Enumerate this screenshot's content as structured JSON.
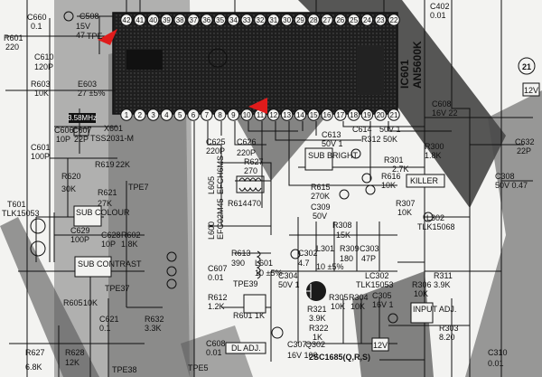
{
  "ic": {
    "name": "IC601",
    "part": "AN5600K",
    "top_pins": [
      "42",
      "41",
      "40",
      "39",
      "38",
      "37",
      "36",
      "35",
      "34",
      "33",
      "32",
      "31",
      "30",
      "29",
      "28",
      "27",
      "26",
      "25",
      "24",
      "23",
      "22"
    ],
    "bottom_pins": [
      "1",
      "2",
      "3",
      "4",
      "5",
      "6",
      "7",
      "8",
      "9",
      "10",
      "11",
      "12",
      "13",
      "14",
      "15",
      "16",
      "17",
      "18",
      "19",
      "20",
      "21"
    ]
  },
  "labels": [
    {
      "id": "c660",
      "t": "C660"
    },
    {
      "id": "c660v",
      "t": "0.1"
    },
    {
      "id": "c508",
      "t": "C508"
    },
    {
      "id": "c508v",
      "t": "15V"
    },
    {
      "id": "c508v2",
      "t": "47"
    },
    {
      "id": "tpe",
      "t": "TPE"
    },
    {
      "id": "r601",
      "t": "R601"
    },
    {
      "id": "r601v",
      "t": "220"
    },
    {
      "id": "c610",
      "t": "C610"
    },
    {
      "id": "c610v",
      "t": "120P"
    },
    {
      "id": "r603",
      "t": "R603"
    },
    {
      "id": "r603v",
      "t": "10K"
    },
    {
      "id": "e603",
      "t": "E603"
    },
    {
      "id": "e603v",
      "t": "27 ±5%"
    },
    {
      "id": "xtal",
      "t": "3.58MHz"
    },
    {
      "id": "c601",
      "t": "C601"
    },
    {
      "id": "c601v",
      "t": "100P"
    },
    {
      "id": "c606",
      "t": "C606"
    },
    {
      "id": "c606v",
      "t": "10P"
    },
    {
      "id": "c607",
      "t": "C607"
    },
    {
      "id": "c607v",
      "t": "22P"
    },
    {
      "id": "x601",
      "t": "X601"
    },
    {
      "id": "x601v",
      "t": "TSS2031-M"
    },
    {
      "id": "r619",
      "t": "R619"
    },
    {
      "id": "r619v",
      "t": "22K"
    },
    {
      "id": "r620",
      "t": "R620"
    },
    {
      "id": "r620v",
      "t": "30K"
    },
    {
      "id": "r621",
      "t": "R621"
    },
    {
      "id": "r621v",
      "t": "27K"
    },
    {
      "id": "tpe7",
      "t": "TPE7"
    },
    {
      "id": "t601",
      "t": "T601"
    },
    {
      "id": "t601v",
      "t": "TLK15053"
    },
    {
      "id": "subcolour",
      "t": "SUB COLOUR"
    },
    {
      "id": "c629",
      "t": "C629"
    },
    {
      "id": "c629v",
      "t": "100P"
    },
    {
      "id": "c628",
      "t": "C628"
    },
    {
      "id": "c628v",
      "t": "10P"
    },
    {
      "id": "r602",
      "t": "R602"
    },
    {
      "id": "r602v",
      "t": "1.8K"
    },
    {
      "id": "subcontrast",
      "t": "SUB CONTRAST"
    },
    {
      "id": "tpe37",
      "t": "TPE37"
    },
    {
      "id": "r605",
      "t": "R605"
    },
    {
      "id": "r605v",
      "t": "10K"
    },
    {
      "id": "c621",
      "t": "C621"
    },
    {
      "id": "c621v",
      "t": "0.1"
    },
    {
      "id": "r627",
      "t": "R627"
    },
    {
      "id": "r627v",
      "t": "6.8K"
    },
    {
      "id": "r628",
      "t": "R628"
    },
    {
      "id": "r628v",
      "t": "12K"
    },
    {
      "id": "tpe38",
      "t": "TPE38"
    },
    {
      "id": "r632",
      "t": "R632"
    },
    {
      "id": "r632v",
      "t": "3.3K"
    },
    {
      "id": "c625",
      "t": "C625"
    },
    {
      "id": "c625v",
      "t": "220P"
    },
    {
      "id": "c626",
      "t": "C626"
    },
    {
      "id": "c626v",
      "t": "220P"
    },
    {
      "id": "r627b",
      "t": "R627"
    },
    {
      "id": "r627bv",
      "t": "270"
    },
    {
      "id": "r614",
      "t": "R614"
    },
    {
      "id": "r614v",
      "t": "470"
    },
    {
      "id": "l605",
      "t": "L605"
    },
    {
      "id": "l605v",
      "t": "EFCH6MS"
    },
    {
      "id": "l600",
      "t": "L600"
    },
    {
      "id": "l600v",
      "t": "EFC02M45"
    },
    {
      "id": "r613",
      "t": "R613"
    },
    {
      "id": "r613v",
      "t": "390"
    },
    {
      "id": "l601",
      "t": "L601"
    },
    {
      "id": "l601v",
      "t": "10 ±5%"
    },
    {
      "id": "c607b",
      "t": "C607"
    },
    {
      "id": "c607bv",
      "t": "0.01"
    },
    {
      "id": "tpe39",
      "t": "TPE39"
    },
    {
      "id": "r612",
      "t": "R612"
    },
    {
      "id": "r612v",
      "t": "1.2K"
    },
    {
      "id": "r601b",
      "t": "R601"
    },
    {
      "id": "r601bv",
      "t": "1K"
    },
    {
      "id": "dladj",
      "t": "DL ADJ."
    },
    {
      "id": "c608",
      "t": "C608"
    },
    {
      "id": "c608v",
      "t": "0.01"
    },
    {
      "id": "tpe5",
      "t": "TPE5"
    },
    {
      "id": "c613",
      "t": "C613"
    },
    {
      "id": "c613v",
      "t": "50V 1"
    },
    {
      "id": "c614",
      "t": "C614"
    },
    {
      "id": "c614v",
      "t": "50V 1"
    },
    {
      "id": "r312",
      "t": "R312"
    },
    {
      "id": "r312v",
      "t": "50K"
    },
    {
      "id": "subbright",
      "t": "SUB BRIGHT"
    },
    {
      "id": "r615",
      "t": "R615"
    },
    {
      "id": "r615v",
      "t": "270K"
    },
    {
      "id": "r616",
      "t": "R616"
    },
    {
      "id": "r616v",
      "t": "10K"
    },
    {
      "id": "c309",
      "t": "C309"
    },
    {
      "id": "c309v",
      "t": "50V"
    },
    {
      "id": "r308",
      "t": "R308"
    },
    {
      "id": "r308v",
      "t": "15K"
    },
    {
      "id": "r301",
      "t": "R301"
    },
    {
      "id": "r301v",
      "t": "2.7K"
    },
    {
      "id": "killer",
      "t": "KILLER"
    },
    {
      "id": "r307",
      "t": "R307"
    },
    {
      "id": "r307v",
      "t": "10K"
    },
    {
      "id": "l302a",
      "t": "L302"
    },
    {
      "id": "l302av",
      "t": "TLK15068"
    },
    {
      "id": "c302",
      "t": "C302"
    },
    {
      "id": "c302v",
      "t": "4.7"
    },
    {
      "id": "l301",
      "t": "L301"
    },
    {
      "id": "l301v",
      "t": "10 ±5%"
    },
    {
      "id": "r309",
      "t": "R309"
    },
    {
      "id": "r309v",
      "t": "180"
    },
    {
      "id": "c303",
      "t": "C303"
    },
    {
      "id": "c303v",
      "t": "47P"
    },
    {
      "id": "lc302",
      "t": "LC302"
    },
    {
      "id": "lc302v",
      "t": "TLK15053"
    },
    {
      "id": "c304",
      "t": "C304"
    },
    {
      "id": "c304v",
      "t": "50V 1"
    },
    {
      "id": "r305",
      "t": "R305"
    },
    {
      "id": "r305v",
      "t": "10K"
    },
    {
      "id": "r304",
      "t": "R304"
    },
    {
      "id": "r304v",
      "t": "10K"
    },
    {
      "id": "c305",
      "t": "C305"
    },
    {
      "id": "c305v",
      "t": "16V 1"
    },
    {
      "id": "r306",
      "t": "R306"
    },
    {
      "id": "r306v",
      "t": "10K"
    },
    {
      "id": "r311",
      "t": "R311"
    },
    {
      "id": "r311v",
      "t": "3.9K"
    },
    {
      "id": "inputadj",
      "t": "INPUT ADJ."
    },
    {
      "id": "r321",
      "t": "R321"
    },
    {
      "id": "r321v",
      "t": "3.9K"
    },
    {
      "id": "r322",
      "t": "R322"
    },
    {
      "id": "r322v",
      "t": "1K"
    },
    {
      "id": "q302",
      "t": "Q302"
    },
    {
      "id": "c307",
      "t": "C307"
    },
    {
      "id": "c307v",
      "t": "16V 100"
    },
    {
      "id": "transistor",
      "t": "2SC1685(Q,R,S)"
    },
    {
      "id": "r303",
      "t": "R303"
    },
    {
      "id": "r303v",
      "t": "8.20"
    },
    {
      "id": "c310",
      "t": "C310"
    },
    {
      "id": "c310v",
      "t": "0.01"
    },
    {
      "id": "c402",
      "t": "C402"
    },
    {
      "id": "c402v",
      "t": "0.01"
    },
    {
      "id": "c608b",
      "t": "C608"
    },
    {
      "id": "c608bv",
      "t": "16V 22"
    },
    {
      "id": "c632",
      "t": "C632"
    },
    {
      "id": "c632v",
      "t": "22P"
    },
    {
      "id": "r300",
      "t": "R300"
    },
    {
      "id": "r300v",
      "t": "1.8K"
    },
    {
      "id": "c308",
      "t": "C308"
    },
    {
      "id": "c308v",
      "t": "50V 0.47"
    },
    {
      "id": "v12a",
      "t": "12V"
    },
    {
      "id": "v12b",
      "t": "12V"
    },
    {
      "id": "sec21",
      "t": "21"
    }
  ]
}
